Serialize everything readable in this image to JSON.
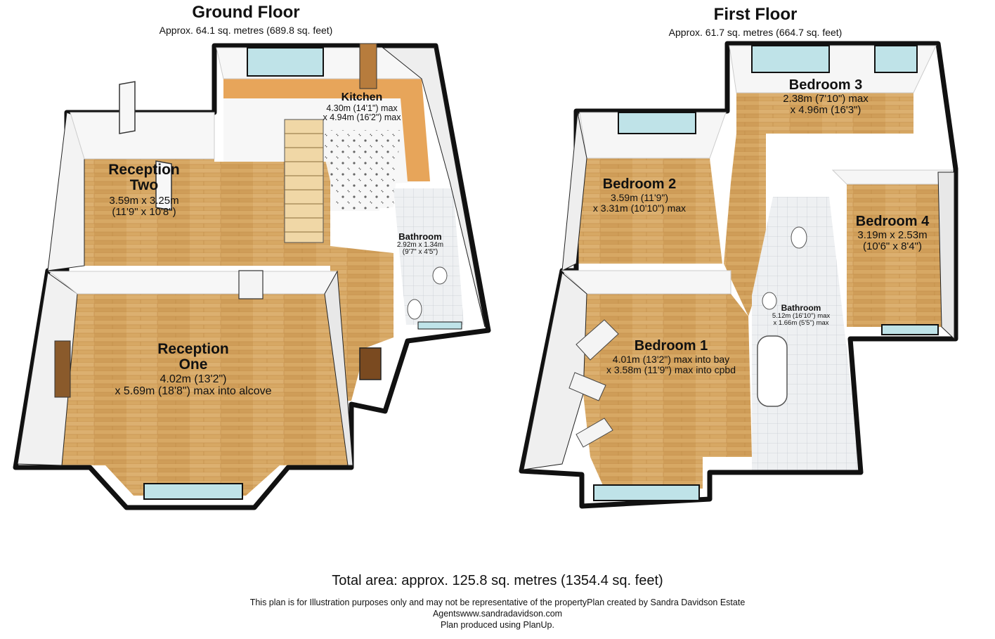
{
  "ground_floor": {
    "title": "Ground Floor",
    "area": "Approx. 64.1 sq. metres (689.8 sq. feet)",
    "rooms": {
      "kitchen": {
        "name": "Kitchen",
        "dim1": "4.30m (14'1\") max",
        "dim2": "x 4.94m (16'2\") max"
      },
      "reception_two": {
        "name1": "Reception",
        "name2": "Two",
        "dim1": "3.59m x 3.25m",
        "dim2": "(11'9\" x 10'8\")"
      },
      "bathroom": {
        "name": "Bathroom",
        "dim1": "2.92m x 1.34m",
        "dim2": "(9'7\" x 4'5\")"
      },
      "reception_one": {
        "name1": "Reception",
        "name2": "One",
        "dim1": "4.02m (13'2\")",
        "dim2": "x 5.69m (18'8\") max into alcove"
      }
    }
  },
  "first_floor": {
    "title": "First Floor",
    "area": "Approx. 61.7 sq. metres (664.7 sq. feet)",
    "rooms": {
      "bedroom_3": {
        "name": "Bedroom 3",
        "dim1": "2.38m (7'10\") max",
        "dim2": "x 4.96m (16'3\")"
      },
      "bedroom_2": {
        "name": "Bedroom 2",
        "dim1": "3.59m (11'9\")",
        "dim2": "x 3.31m (10'10\") max"
      },
      "bedroom_4": {
        "name": "Bedroom 4",
        "dim1": "3.19m x 2.53m",
        "dim2": "(10'6\" x 8'4\")"
      },
      "bathroom": {
        "name": "Bathroom",
        "dim1": "5.12m (16'10\") max",
        "dim2": "x 1.66m (5'5\") max"
      },
      "bedroom_1": {
        "name": "Bedroom 1",
        "dim1": "4.01m (13'2\") max into bay",
        "dim2": "x 3.58m (11'9\") max into cpbd"
      }
    }
  },
  "footer": {
    "total_area": "Total area: approx. 125.8 sq. metres (1354.4 sq. feet)",
    "disclaimer": "This plan is for Illustration purposes only and may not be representative of the propertyPlan created by Sandra Davidson Estate",
    "agents": "Agentswww.sandradavidson.com",
    "produced": "Plan produced using PlanUp."
  },
  "colors": {
    "wall": "#111111",
    "wall_face": "#f2f2f2",
    "floor_wood": "#d9ad6b",
    "floor_wood_dark": "#c8964f",
    "kitchen_worktop": "#e7a55a",
    "tile": "#e9ecef",
    "window": "#bfe3e8"
  }
}
